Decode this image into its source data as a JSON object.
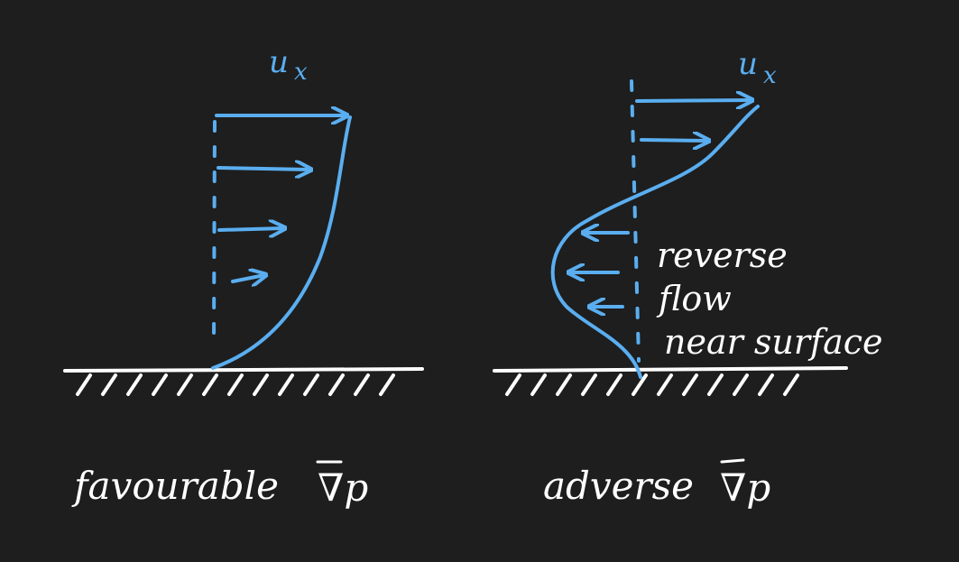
{
  "colors": {
    "background": "#1e1e1e",
    "velocity": "#5aaef0",
    "ink": "#ffffff"
  },
  "left_panel": {
    "velocity_label": "u",
    "velocity_subscript": "x",
    "caption": "favourable",
    "gradient_symbol": "∇p"
  },
  "right_panel": {
    "velocity_label": "u",
    "velocity_subscript": "x",
    "caption": "adverse",
    "gradient_symbol": "∇p",
    "annotation_line1": "reverse",
    "annotation_line2": "flow",
    "annotation_line3": "near surface"
  }
}
